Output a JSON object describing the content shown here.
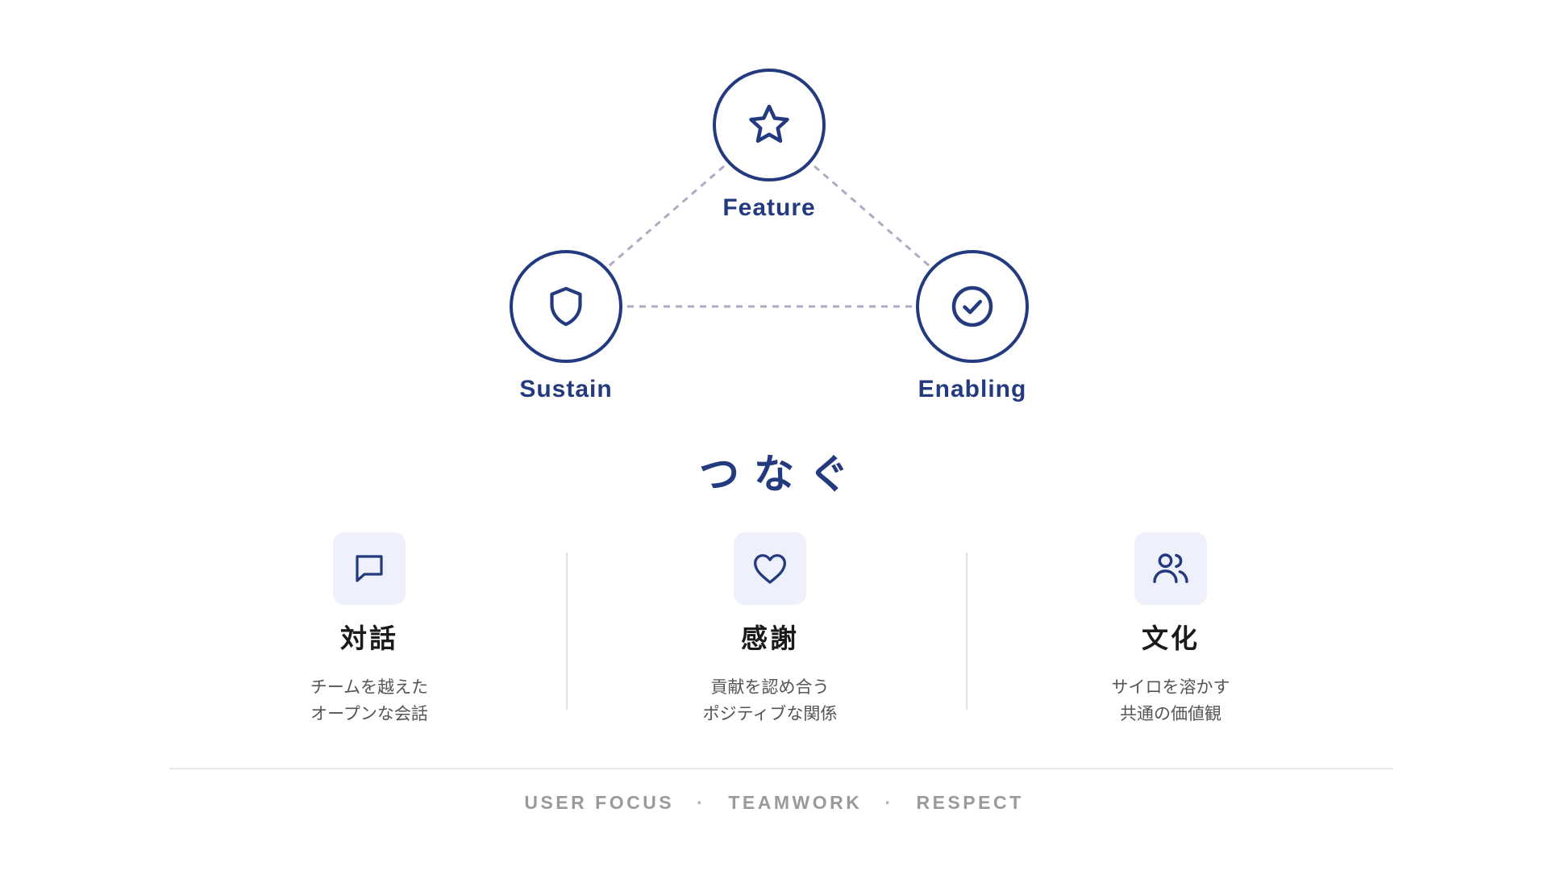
{
  "diagram": {
    "nodes": [
      {
        "id": "feature",
        "label": "Feature",
        "icon": "star-icon"
      },
      {
        "id": "sustain",
        "label": "Sustain",
        "icon": "shield-icon"
      },
      {
        "id": "enabling",
        "label": "Enabling",
        "icon": "check-circle-icon"
      }
    ],
    "connector_style": "dashed",
    "colors": {
      "primary": "#233a7e",
      "connector": "#a9aec2"
    }
  },
  "heading": "つなぐ",
  "pillars": [
    {
      "title": "対話",
      "description": "チームを越えた\nオープンな会話",
      "icon": "chat-bubble-icon"
    },
    {
      "title": "感謝",
      "description": "貢献を認め合う\nポジティブな関係",
      "icon": "heart-icon"
    },
    {
      "title": "文化",
      "description": "サイロを溶かす\n共通の価値観",
      "icon": "users-icon"
    }
  ],
  "footer": {
    "values": [
      "USER FOCUS",
      "TEAMWORK",
      "RESPECT"
    ],
    "separator": "·"
  }
}
